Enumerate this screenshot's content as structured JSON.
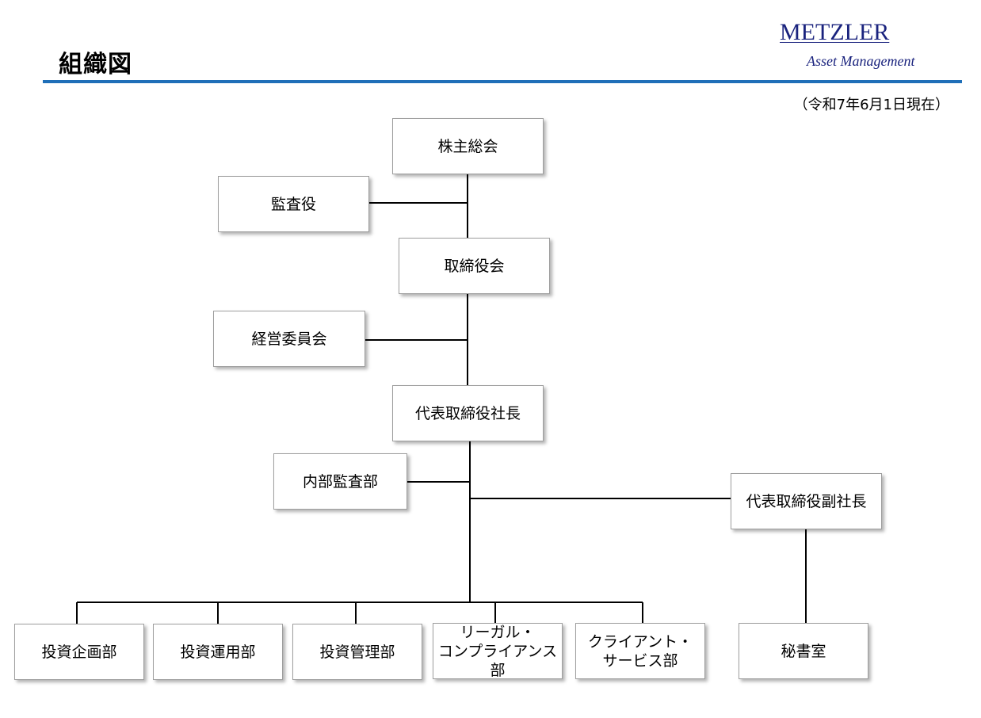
{
  "header": {
    "title": "組織図",
    "logo_main": "METZLER",
    "logo_sub": "Asset Management",
    "date": "（令和7年6月1日現在）"
  },
  "colors": {
    "accent_rule": "#1f6fb8",
    "logo": "#1a237e"
  },
  "org": {
    "shareholders": "株主総会",
    "auditor": "監査役",
    "board": "取締役会",
    "management_committee": "経営委員会",
    "president": "代表取締役社長",
    "internal_audit": "内部監査部",
    "vice_president": "代表取締役副社長",
    "departments": [
      "投資企画部",
      "投資運用部",
      "投資管理部",
      "リーガル・\nコンプライアンス部",
      "クライアント・\nサービス部"
    ],
    "secretariat": "秘書室"
  }
}
